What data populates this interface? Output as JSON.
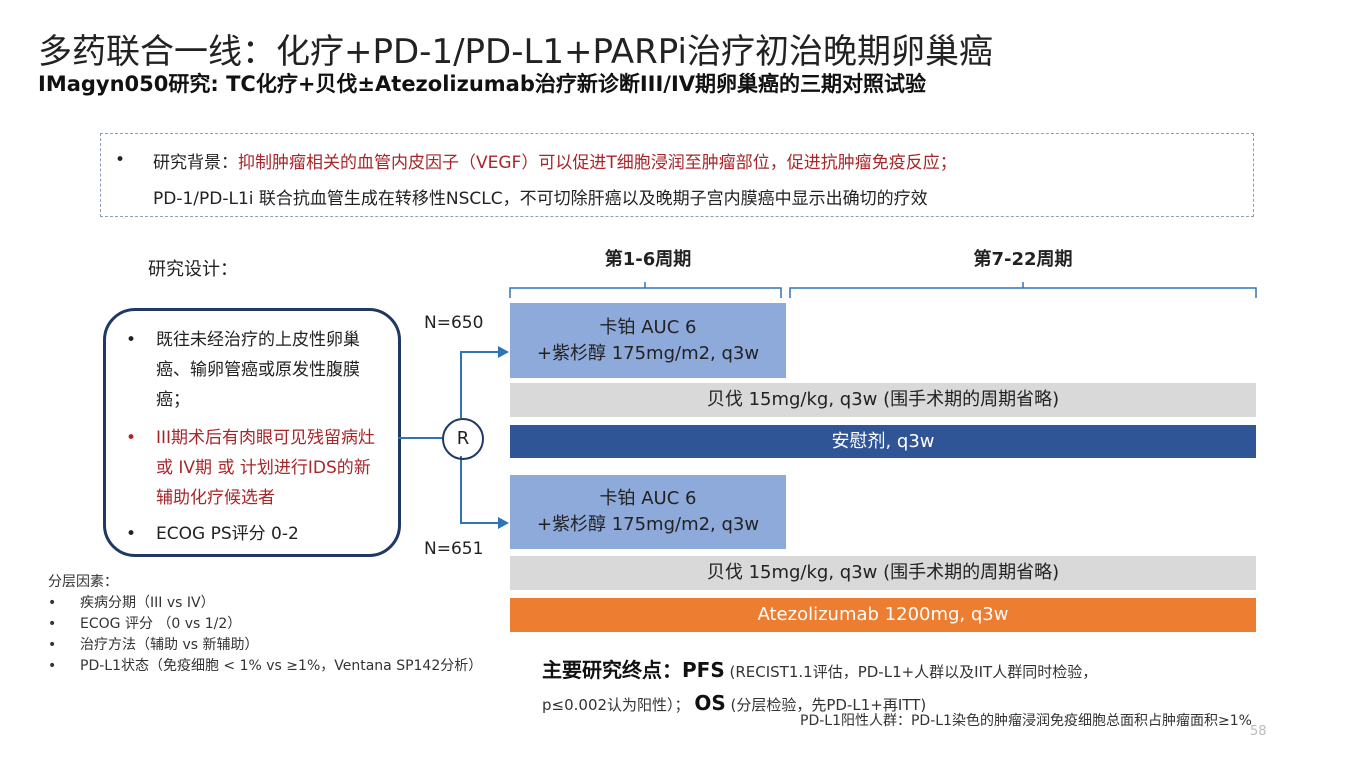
{
  "title": "多药联合一线：化疗+PD-1/PD-L1+PARPi治疗初治晚期卵巢癌",
  "subtitle": "IMagyn050研究: TC化疗+贝伐±Atezolizumab治疗新诊断III/IV期卵巢癌的三期对照试验",
  "background": {
    "label": "研究背景：",
    "red_text": "抑制肿瘤相关的血管内皮因子（VEGF）可以促进T细胞浸润至肿瘤部位，促进抗肿瘤免疫反应；",
    "line2": "PD-1/PD-L1i 联合抗血管生成在转移性NSCLC，不可切除肝癌以及晚期子宫内膜癌中显示出确切的疗效"
  },
  "design": {
    "label": "研究设计：",
    "criteria": [
      "既往未经治疗的上皮性卵巢癌、输卵管癌或原发性腹膜癌；",
      "III期术后有肉眼可见残留病灶 或 IV期 或 计划进行IDS的新辅助化疗候选者",
      "ECOG PS评分 0-2"
    ],
    "randomize": "R",
    "n1": "N=650",
    "n2": "N=651"
  },
  "phases": [
    "第1-6周期",
    "第7-22周期"
  ],
  "arms": {
    "chemo_line1": "卡铂 AUC 6",
    "chemo_line2": "+紫杉醇 175mg/m2, q3w",
    "bev": "贝伐 15mg/kg, q3w (围手术期的周期省略)",
    "placebo": "安慰剂, q3w",
    "atezo": "Atezolizumab 1200mg, q3w"
  },
  "strat": {
    "label": "分层因素：",
    "items": [
      "疾病分期（III vs IV）",
      "ECOG 评分 （0 vs 1/2）",
      "治疗方法（辅助 vs 新辅助）",
      "PD-L1状态（免疫细胞 < 1% vs ≥1%，Ventana SP142分析）"
    ]
  },
  "endpoint": {
    "label": "主要研究终点：",
    "pfs": "PFS",
    "pfs_detail": "(RECIST1.1评估，PD-L1+人群以及IIT人群同时检验，",
    "pfs_detail2": "p≤0.002认为阳性）；",
    "os": "OS",
    "os_detail": "(分层检验，先PD-L1+再ITT)"
  },
  "footnote": "PD-L1阳性人群：PD-L1染色的肿瘤浸润免疫细胞总面积占肿瘤面积≥1%",
  "page": "58",
  "colors": {
    "light_blue": "#8eaadb",
    "navy": "#2f5597",
    "orange": "#ed7d31",
    "gray": "#d9d9d9",
    "red": "#a8262a"
  }
}
